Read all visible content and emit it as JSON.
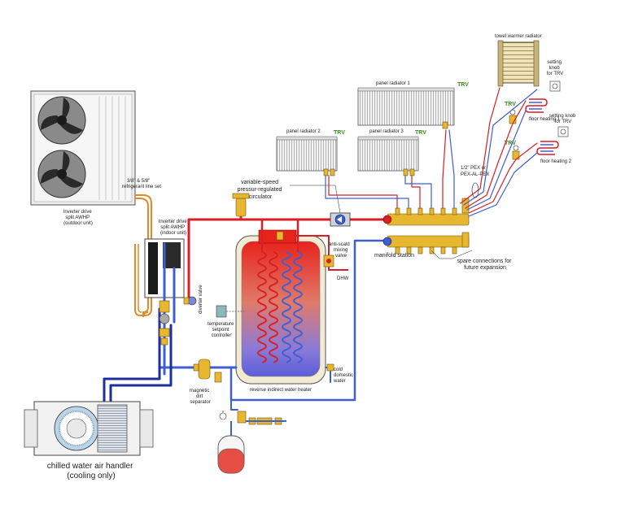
{
  "labels": {
    "outdoor_unit": [
      "Inverter drive",
      "split AWHP",
      "(outdoor unit)"
    ],
    "line_set": [
      "3/8\" & 5/8\"",
      "refrigerant line set"
    ],
    "indoor_unit": [
      "Inverter drive",
      "split AWHP",
      "(indoor unit)"
    ],
    "circulator": [
      "variable-speed",
      "pressur-regulated",
      "circulator"
    ],
    "diverter_valve": "diverter valve",
    "anti_scald": [
      "anti-scald",
      "mixing",
      "valve"
    ],
    "dhw": "DHW",
    "temp_controller": [
      "temperature",
      "setpoint",
      "controller"
    ],
    "cold_water": [
      "cold",
      "domestic",
      "water"
    ],
    "water_heater": "reverse indirect water heater",
    "dirt_separator": [
      "magnetic",
      "dirt",
      "separator"
    ],
    "air_handler": [
      "chilled water air handler",
      "(cooling only)"
    ],
    "panel_radiator_1": "panel radiator 1",
    "panel_radiator_2": "panel radiator 2",
    "panel_radiator_3": "panel radiator 3",
    "trv": "TRV",
    "towel_warmer": "towel warmer radiator",
    "setting_knob_1": [
      "setting",
      "knob",
      "for TRV"
    ],
    "setting_knob_2": [
      "setting knob",
      "for TRV"
    ],
    "floor_heating_1": "floor heating 1",
    "floor_heating_2": "floor heating 2",
    "pex": [
      "1/2\" PEX or",
      "PEX-AL-PEX"
    ],
    "manifold_station": "manifold station",
    "spare_connections": [
      "spare connections for",
      "future expansion"
    ]
  },
  "colors": {
    "supply_red": "#d71f26",
    "return_blue": "#3f5fd0",
    "cooling_dark_blue": "#1f2f9c",
    "brass": "#e8b730",
    "trv_green": "#3a8a22"
  }
}
